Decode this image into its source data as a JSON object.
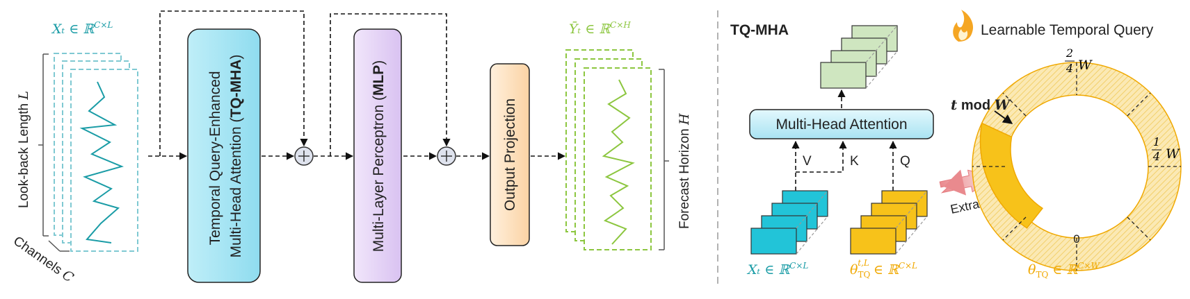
{
  "left": {
    "input_math": "Xₜ ∈ ℝ",
    "input_sup": "C×L",
    "lookback_label": "Look-back Length",
    "lookback_var": "L",
    "channels_label": "Channels",
    "channels_var": "C",
    "tqmha_line1": "Temporal Query-Enhanced",
    "tqmha_line2a": "Multi-Head Attention (",
    "tqmha_line2b": "TQ-MHA",
    "tqmha_line2c": ")",
    "mlp_a": "Multi-Layer Perceptron (",
    "mlp_b": "MLP",
    "mlp_c": ")",
    "output_proj": "Output Projection",
    "output_math": "Ȳₜ ∈ ℝ",
    "output_sup": "C×H",
    "forecast_label": "Forecast Horizon",
    "forecast_var": "H"
  },
  "right": {
    "title": "TQ-MHA",
    "mha": "Multi-Head Attention",
    "v": "V",
    "k": "K",
    "q": "Q",
    "extract": "Extract",
    "xt_math": "Xₜ ∈ ℝ",
    "xt_sup": "C×L",
    "theta_math": "θ",
    "theta_sub": "TQ",
    "theta_sup": "t,L",
    "theta_rest": "∈ ℝ",
    "theta_rest_sup": "C×L",
    "learnable": "Learnable Temporal Query",
    "t_mod": "t",
    "t_mod_rest": "mod",
    "t_mod_w": "W",
    "ring_top_num": "2",
    "ring_top_den": "4",
    "ring_top_w": "W",
    "ring_right_num": "1",
    "ring_right_den": "4",
    "ring_right_w": "W",
    "ring_bottom": "0",
    "ring_theta": "θ",
    "ring_theta_sub": "TQ",
    "ring_theta_rest": "∈ ℝ",
    "ring_theta_sup": "C×W"
  },
  "colors": {
    "teal": "#1a9ca6",
    "green": "#8cc63f",
    "orange": "#f0a800",
    "cyan_fill": "#22c4d8",
    "yellow_fill": "#f7c21a",
    "pale_green": "#cfe6c0"
  }
}
